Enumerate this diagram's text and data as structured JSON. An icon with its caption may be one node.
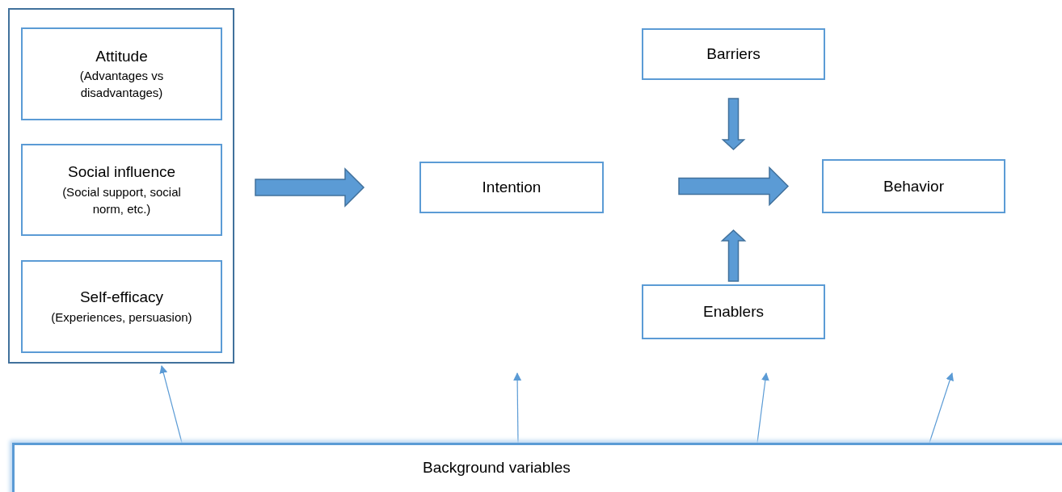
{
  "diagram": {
    "nodes": [
      {
        "text": [],
        "shape": "box"
      },
      {
        "text": [
          "Attitude",
          "(Advantages vs disadvantages)"
        ],
        "in": 0
      },
      {
        "text": [
          "Social influence",
          "(Social support, social norm, etc.)"
        ],
        "in": 0
      },
      {
        "text": [
          "Self-efficacy",
          "(Experiences, persuasion)"
        ],
        "in": 0
      },
      {
        "text": [
          "Intention"
        ]
      },
      {
        "text": [
          "Barriers"
        ]
      },
      {
        "text": [
          "Behavior"
        ]
      },
      {
        "text": [
          "Enablers"
        ]
      },
      {
        "text": [
          "Background variables"
        ]
      }
    ],
    "edges": [
      {
        "from": 0,
        "to": 4,
        "arrow": "to",
        "style": "thick"
      },
      {
        "from": 4,
        "to": 6,
        "arrow": "to",
        "style": "thick"
      },
      {
        "from": 5,
        "to": null,
        "arrow": "to",
        "style": "thick"
      },
      {
        "from": 7,
        "to": null,
        "arrow": "to",
        "style": "thick"
      },
      {
        "from": 8,
        "to": 0,
        "arrow": "to"
      },
      {
        "from": 8,
        "to": null,
        "arrow": "to"
      },
      {
        "from": 8,
        "to": null,
        "arrow": "to"
      },
      {
        "from": 8,
        "to": null,
        "arrow": "to"
      }
    ]
  }
}
